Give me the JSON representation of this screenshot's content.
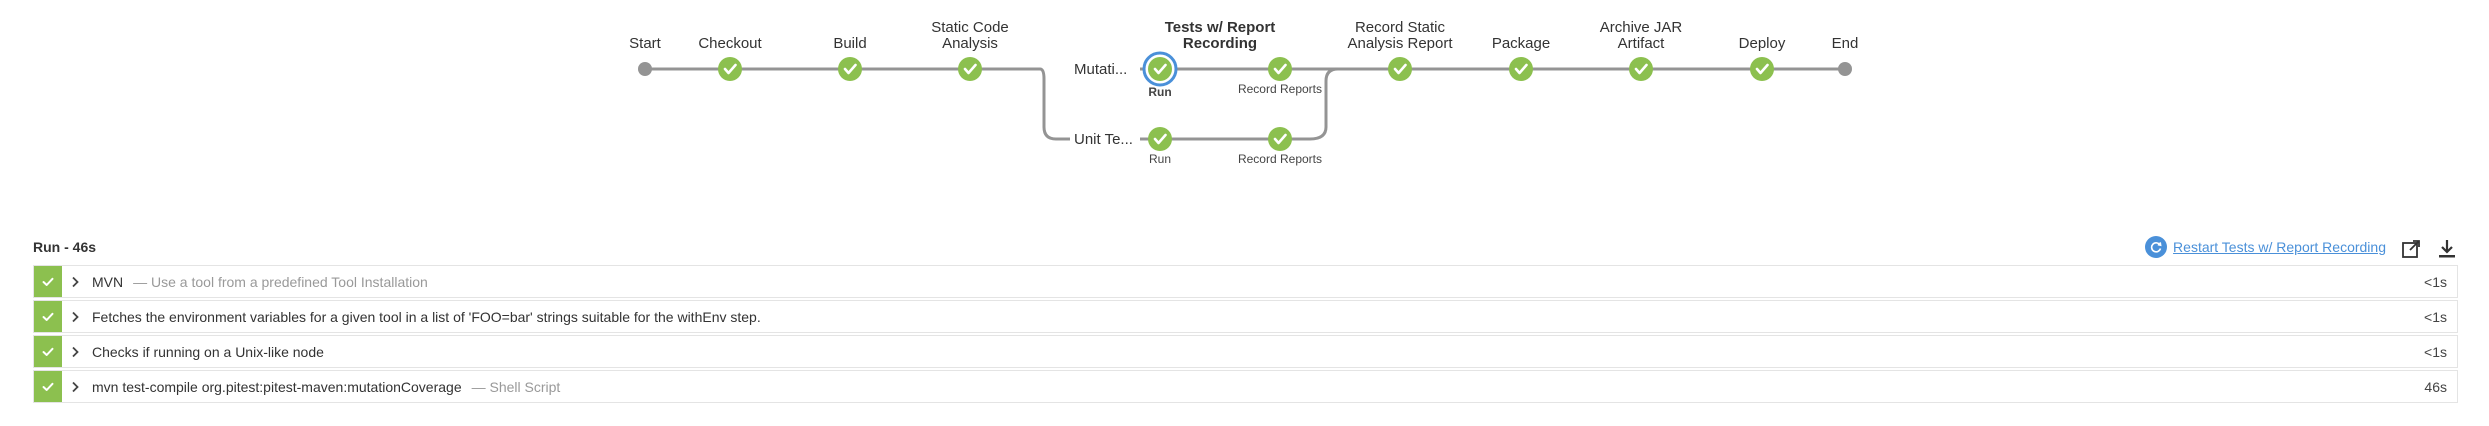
{
  "pipeline": {
    "start_label": "Start",
    "end_label": "End",
    "stages": [
      {
        "id": "checkout",
        "lines": [
          "Checkout"
        ],
        "bold": false
      },
      {
        "id": "build",
        "lines": [
          "Build"
        ],
        "bold": false
      },
      {
        "id": "static-code-analysis",
        "lines": [
          "Static Code",
          "Analysis"
        ],
        "bold": false
      },
      {
        "id": "tests-report-recording",
        "lines": [
          "Tests w/ Report",
          "Recording"
        ],
        "bold": true
      },
      {
        "id": "record-static-analysis-report",
        "lines": [
          "Record Static",
          "Analysis Report"
        ],
        "bold": false
      },
      {
        "id": "package",
        "lines": [
          "Package"
        ],
        "bold": false
      },
      {
        "id": "archive-jar-artifact",
        "lines": [
          "Archive JAR",
          "Artifact"
        ],
        "bold": false
      },
      {
        "id": "deploy",
        "lines": [
          "Deploy"
        ],
        "bold": false
      }
    ],
    "branches": [
      {
        "label": "Mutati...",
        "sub_steps": [
          "Run",
          "Record Reports"
        ],
        "selected_step": "Run"
      },
      {
        "label": "Unit Te...",
        "sub_steps": [
          "Run",
          "Record Reports"
        ],
        "selected_step": ""
      }
    ],
    "colors": {
      "success": "#8cc04f",
      "line": "#949494",
      "selected": "#4a90d9",
      "terminal": "#949494"
    }
  },
  "log": {
    "title": "Run - 46s",
    "restart_label": "Restart Tests w/ Report Recording",
    "icons": {
      "restart": "restart-icon",
      "open": "open-in-new-window-icon",
      "download": "download-icon"
    },
    "steps": [
      {
        "title": "MVN",
        "desc": "— Use a tool from a predefined Tool Installation",
        "duration": "<1s",
        "status": "success"
      },
      {
        "title": "Fetches the environment variables for a given tool in a list of 'FOO=bar' strings suitable for the withEnv step.",
        "desc": "",
        "duration": "<1s",
        "status": "success"
      },
      {
        "title": "Checks if running on a Unix-like node",
        "desc": "",
        "duration": "<1s",
        "status": "success"
      },
      {
        "title": "mvn test-compile org.pitest:pitest-maven:mutationCoverage",
        "desc": "— Shell Script",
        "duration": "46s",
        "status": "success"
      }
    ]
  }
}
